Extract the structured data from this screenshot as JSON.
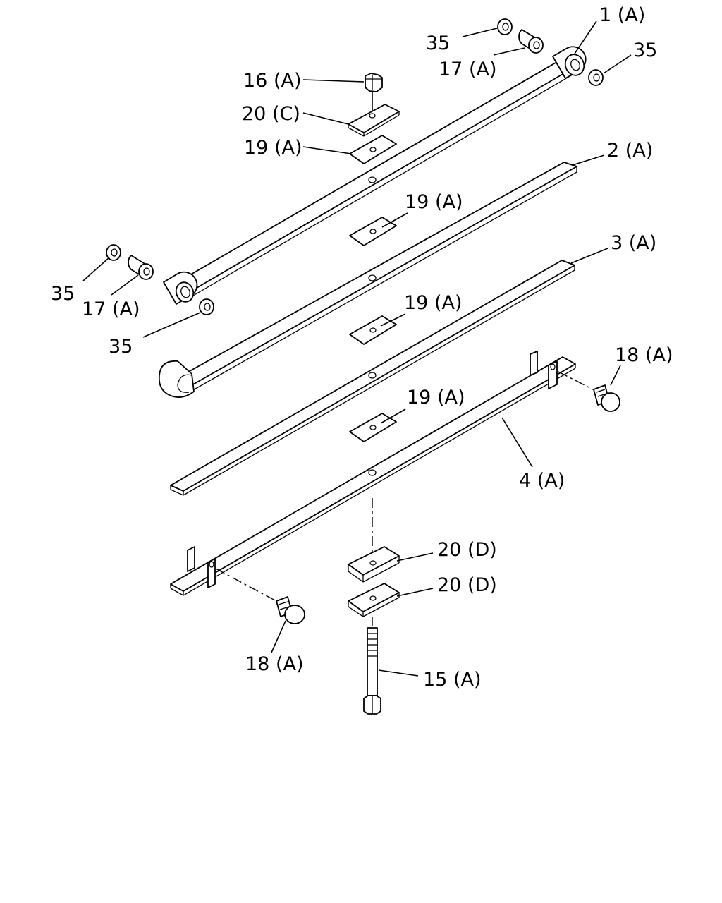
{
  "diagram": {
    "labels": {
      "l1a": "1 (A)",
      "l2a": "2 (A)",
      "l3a": "3 (A)",
      "l4a": "4 (A)",
      "l35_top": "35",
      "l35_right": "35",
      "l35_left": "35",
      "l35_bottom": "35",
      "l17a_top": "17 (A)",
      "l17a_left": "17 (A)",
      "l16a": "16 (A)",
      "l20c": "20 (C)",
      "l19a_1": "19 (A)",
      "l19a_2": "19 (A)",
      "l19a_3": "19 (A)",
      "l19a_4": "19 (A)",
      "l18a_right": "18 (A)",
      "l18a_left": "18 (A)",
      "l20d_1": "20 (D)",
      "l20d_2": "20 (D)",
      "l15a": "15 (A)"
    }
  }
}
